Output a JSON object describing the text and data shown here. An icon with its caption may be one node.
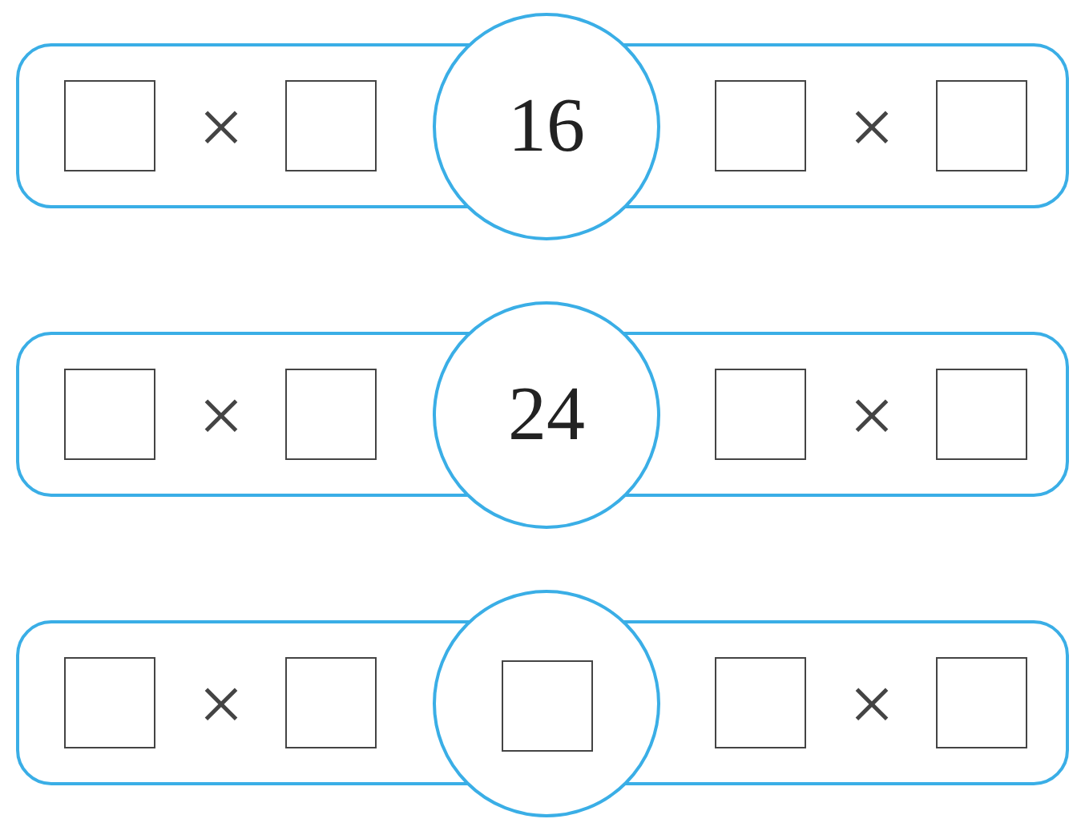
{
  "diagram": {
    "nodes": [
      {
        "text": [],
        "shape": "band"
      },
      {
        "text": [],
        "shape": "box",
        "in": 0
      },
      {
        "text": [],
        "shape": "box",
        "in": 0
      },
      {
        "text": [
          "16"
        ]
      },
      {
        "text": [],
        "shape": "box",
        "in": 0
      },
      {
        "text": [],
        "shape": "box",
        "in": 0
      },
      {
        "text": [],
        "shape": "band"
      },
      {
        "text": [],
        "shape": "box",
        "in": 6
      },
      {
        "text": [],
        "shape": "box",
        "in": 6
      },
      {
        "text": [
          "24"
        ]
      },
      {
        "text": [],
        "shape": "box",
        "in": 6
      },
      {
        "text": [],
        "shape": "box",
        "in": 6
      },
      {
        "text": [],
        "shape": "band"
      },
      {
        "text": [],
        "shape": "box",
        "in": 12
      },
      {
        "text": [],
        "shape": "box",
        "in": 12
      },
      {
        "text": [],
        "shape": "circle"
      },
      {
        "text": [],
        "shape": "box"
      },
      {
        "text": [],
        "shape": "box",
        "in": 12
      },
      {
        "text": [],
        "shape": "box",
        "in": 12
      }
    ],
    "labels": [
      "×",
      "×",
      "×",
      "×",
      "×",
      "×"
    ]
  }
}
